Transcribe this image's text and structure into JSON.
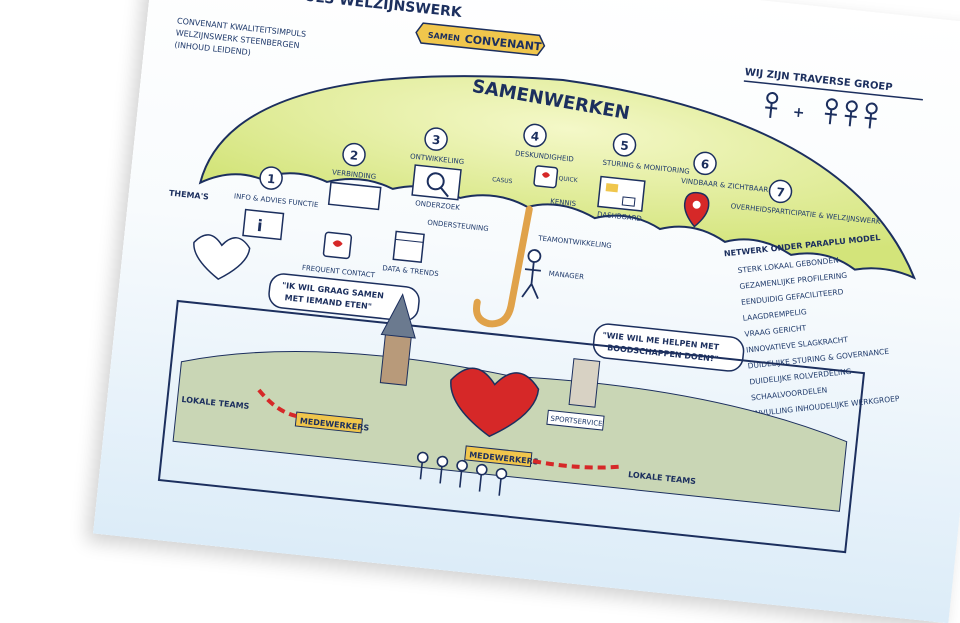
{
  "header": {
    "title": "KWALITEITSIMPULS WELZIJNSWERK",
    "subtitle_lines": [
      "CONVENANT KWALITEITSIMPULS",
      "WELZIJNSWERK STEENBERGEN",
      "(INHOUD LEIDEND)"
    ],
    "badge": "CONVENANT",
    "badge_prefix": "SAMEN"
  },
  "traverse": {
    "title": "WIJ ZIJN TRAVERSE GROEP",
    "plus": "+"
  },
  "umbrella": {
    "label": "SAMENWERKEN",
    "themes_label": "THEMA'S"
  },
  "themes": [
    {
      "num": "1",
      "label": "INFO & ADVIES FUNCTIE"
    },
    {
      "num": "2",
      "label": "VERBINDING"
    },
    {
      "num": "3",
      "label": "ONTWIKKELING"
    },
    {
      "num": "4",
      "label": "DESKUNDIGHEID"
    },
    {
      "num": "5",
      "label": "STURING & MONITORING"
    },
    {
      "num": "6",
      "label": "VINDBAAR & ZICHTBAAR"
    },
    {
      "num": "7",
      "label": "OVERHEIDSPARTICIPATIE & WELZIJNSWERK"
    }
  ],
  "under_labels": {
    "onderzoek": "ONDERZOEK",
    "kennis": "KENNIS",
    "dashboard": "DASHBOARD",
    "frequent_contact": "FREQUENT CONTACT",
    "data_trends": "DATA & TRENDS",
    "ondersteuning": "ONDERSTEUNING",
    "teamontwikkeling": "TEAMONTWIKKELING",
    "manager": "MANAGER",
    "casus": "CASUS",
    "quick": "QUICK"
  },
  "network": {
    "title": "NETWERK ONDER PARAPLU MODEL",
    "items": [
      "STERK LOKAAL GEBONDEN",
      "GEZAMENLIJKE PROFILERING",
      "EENDUIDIG GEFACILITEERD",
      "LAAGDREMPELIG",
      "VRAAG GERICHT",
      "INNOVATIEVE SLAGKRACHT",
      "DUIDELIJKE STURING & GOVERNANCE",
      "DUIDELIJKE ROLVERDELING",
      "SCHAALVOORDELEN",
      "INVULLING INHOUDELIJKE WERKGROEP"
    ]
  },
  "bubbles": {
    "left": [
      "\"IK WIL GRAAG SAMEN",
      "MET IEMAND ETEN\""
    ],
    "right": [
      "\"WIE WIL ME HELPEN MET",
      "BOODSCHAPPEN DOEN?\""
    ]
  },
  "town": {
    "sportservice": "SPORTSERVICE",
    "lokale_teams": "LOKALE TEAMS",
    "medewerkers": "MEDEWERKERS"
  },
  "colors": {
    "umbrella": "#e6f0a8",
    "ink": "#1c2f5e",
    "accent": "#d62828",
    "handle": "#e0a24a"
  }
}
